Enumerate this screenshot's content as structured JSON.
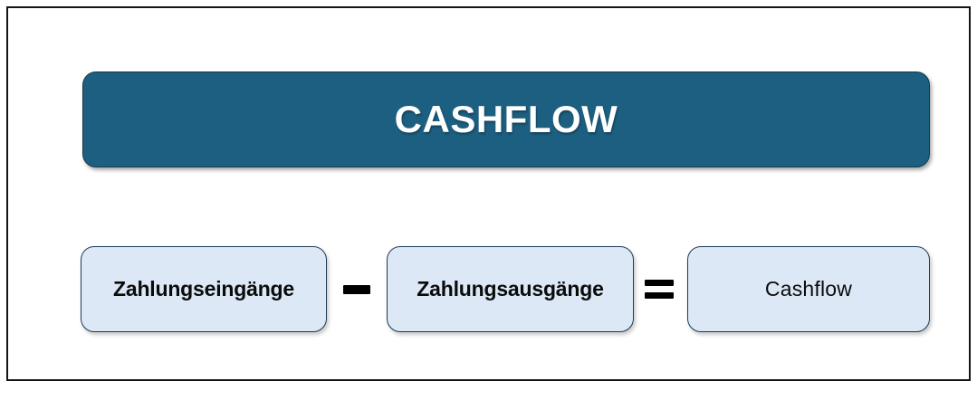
{
  "diagram": {
    "title": "CASHFLOW",
    "frame": {
      "border_color": "#141414",
      "background": "#ffffff"
    },
    "banner": {
      "label": "CASHFLOW",
      "fill_color": "#1c5f81",
      "text_color": "#ffffff",
      "border_color": "#16374a"
    },
    "formula": {
      "expression": "Zahlungseingänge - Zahlungsausgänge = Cashflow",
      "terms": [
        {
          "id": "incoming-payments",
          "label": "Zahlungseingänge",
          "fill_color": "#dce8f6",
          "border_color": "#1f3c54",
          "text_color": "#0b0b0b",
          "emphasis": "bold"
        },
        {
          "id": "outgoing-payments",
          "label": "Zahlungsausgänge",
          "fill_color": "#dce8f6",
          "border_color": "#1f3c54",
          "text_color": "#0b0b0b",
          "emphasis": "bold"
        },
        {
          "id": "cashflow-result",
          "label": "Cashflow",
          "fill_color": "#dce8f6",
          "border_color": "#1f3c54",
          "text_color": "#0b0b0b",
          "emphasis": "regular"
        }
      ],
      "operators": [
        {
          "id": "minus",
          "symbol": "−",
          "icon": "minus-icon",
          "color": "#000000"
        },
        {
          "id": "equals",
          "symbol": "=",
          "icon": "equals-icon",
          "color": "#000000"
        }
      ]
    }
  }
}
